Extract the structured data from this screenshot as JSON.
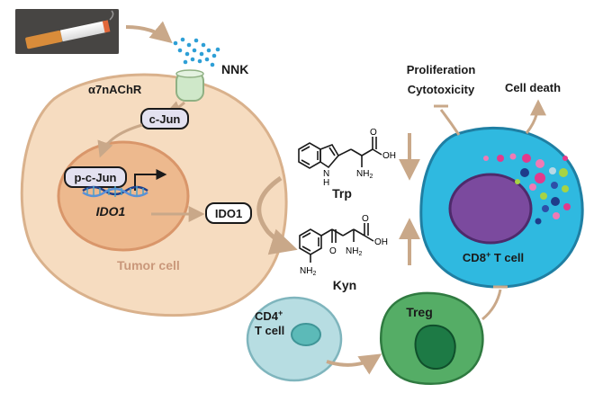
{
  "labels": {
    "nnk": "NNK",
    "receptor": "α7nAChR",
    "cjun": "c-Jun",
    "pcjun": "p-c-Jun",
    "ido1_gene": "IDO1",
    "ido1_protein": "IDO1",
    "tumor_cell": "Tumor cell",
    "trp": "Trp",
    "kyn": "Kyn",
    "proliferation": "Proliferation",
    "cytotoxicity": "Cytotoxicity",
    "cell_death": "Cell death",
    "cd8_main": "CD8",
    "cd8_sup": "+",
    "cd8_tail": " T cell",
    "cd4_main": "CD4",
    "cd4_sup": "+",
    "cd4_line2": "T cell",
    "treg": "Treg",
    "mol_nh": "N",
    "mol_h": "H",
    "mol_nh2": "NH",
    "mol_nh2_sub": "2",
    "mol_oh": "OH",
    "mol_o": "O"
  },
  "colors": {
    "tumor_outer_fill": "#f6dcc0",
    "tumor_outer_stroke": "#d9b18c",
    "tumor_nucleus_fill": "#edb98e",
    "tumor_nucleus_stroke": "#d9966a",
    "tumor_label": "#c9977a",
    "arrow": "#c9a889",
    "cd8_fill": "#2fb9e0",
    "cd8_nucleus": "#7b4a9e",
    "cd4_fill": "#b7dde2",
    "cd4_nucleus": "#5cbab8",
    "treg_fill": "#55ad66",
    "treg_nucleus": "#1d7a45",
    "receptor_fill": "#cfe8c9",
    "nnk_dots": "#2e9fd6",
    "protein_box": "#e3e1f0"
  },
  "icons": [
    "cigarette-icon",
    "dna-helix-icon",
    "promoter-arrow-icon"
  ]
}
